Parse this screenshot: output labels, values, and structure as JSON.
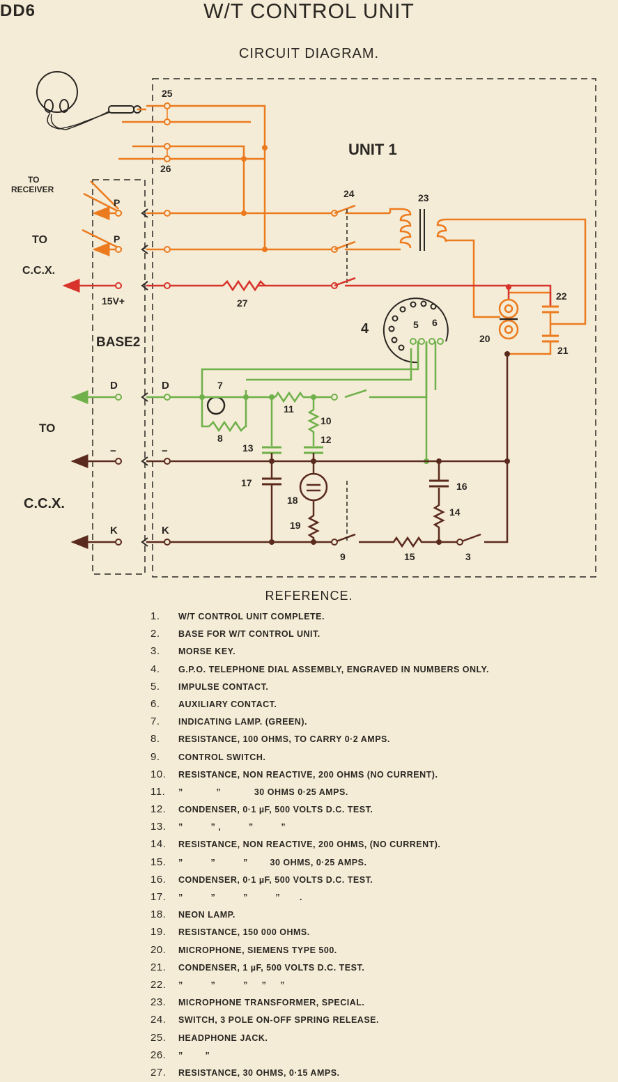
{
  "header": {
    "doc_id": "DD6",
    "title": "W/T CONTROL UNIT",
    "subtitle": "CIRCUIT DIAGRAM."
  },
  "diagram": {
    "unit_label": "UNIT 1",
    "base_label": "BASE2",
    "left_labels": {
      "to_receiver_1": "TO",
      "to_receiver_2": "RECEIVER",
      "to": "TO",
      "ccx_upper": "C.C.X.",
      "to_lower": "TO",
      "ccx_lower": "C.C.X."
    },
    "terminals": {
      "p1": "P",
      "p2": "P",
      "v15": "15V+",
      "d_base": "D",
      "d_unit": "D",
      "minus": "−",
      "k_base": "K",
      "k_unit": "K"
    },
    "component_numbers": {
      "n25": "25",
      "n26": "26",
      "n24": "24",
      "n23": "23",
      "n27": "27",
      "n22": "22",
      "n20": "20",
      "n21": "21",
      "n4": "4",
      "n5": "5",
      "n6": "6",
      "n7": "7",
      "n8": "8",
      "n11": "11",
      "n10": "10",
      "n12": "12",
      "n13": "13",
      "n17": "17",
      "n18": "18",
      "n19": "19",
      "n16": "16",
      "n14": "14",
      "n9": "9",
      "n15": "15",
      "n3": "3"
    },
    "colors": {
      "orange": "#ec7a1e",
      "red": "#d8332b",
      "green": "#6fb04a",
      "brown": "#5b2a1e",
      "dash": "#2a2622"
    }
  },
  "reference": {
    "title": "REFERENCE.",
    "items": [
      {
        "num": "1.",
        "text": "W/T CONTROL UNIT COMPLETE."
      },
      {
        "num": "2.",
        "text": "BASE FOR W/T CONTROL UNIT."
      },
      {
        "num": "3.",
        "text": "MORSE KEY."
      },
      {
        "num": "4.",
        "text": "G.P.O. TELEPHONE DIAL ASSEMBLY, ENGRAVED IN NUMBERS ONLY."
      },
      {
        "num": "5.",
        "text": "IMPULSE CONTACT."
      },
      {
        "num": "6.",
        "text": "AUXILIARY CONTACT."
      },
      {
        "num": "7.",
        "text": "INDICATING LAMP. (GREEN)."
      },
      {
        "num": "8.",
        "text": "RESISTANCE, 100 OHMS, TO CARRY 0·2 AMPS."
      },
      {
        "num": "9.",
        "text": "CONTROL SWITCH."
      },
      {
        "num": "10.",
        "text": "RESISTANCE, NON REACTIVE, 200 OHMS (NO CURRENT)."
      },
      {
        "num": "11.",
        "text": "”            ”            30 OHMS 0·25 AMPS."
      },
      {
        "num": "12.",
        "text": "CONDENSER, 0·1 µF, 500 VOLTS D.C. TEST."
      },
      {
        "num": "13.",
        "text": "”          ” ,          ”          ”"
      },
      {
        "num": "14.",
        "text": "RESISTANCE, NON REACTIVE, 200 OHMS, (NO CURRENT)."
      },
      {
        "num": "15.",
        "text": "”          ”          ”        30 OHMS, 0·25 AMPS."
      },
      {
        "num": "16.",
        "text": "CONDENSER, 0·1 µF, 500 VOLTS D.C. TEST."
      },
      {
        "num": "17.",
        "text": "”          ”          ”          ”       ."
      },
      {
        "num": "18.",
        "text": "NEON LAMP."
      },
      {
        "num": "19.",
        "text": "RESISTANCE, 150 000 OHMS."
      },
      {
        "num": "20.",
        "text": "MICROPHONE, SIEMENS TYPE 500."
      },
      {
        "num": "21.",
        "text": "CONDENSER, 1 µF, 500 VOLTS D.C. TEST."
      },
      {
        "num": "22.",
        "text": "”          ”          ”     ”     ”"
      },
      {
        "num": "23.",
        "text": "MICROPHONE TRANSFORMER, SPECIAL."
      },
      {
        "num": "24.",
        "text": "SWITCH, 3 POLE ON-OFF SPRING RELEASE."
      },
      {
        "num": "25.",
        "text": "HEADPHONE JACK."
      },
      {
        "num": "26.",
        "text": "”        ”"
      },
      {
        "num": "27.",
        "text": "RESISTANCE, 30 OHMS, 0·15 AMPS."
      }
    ]
  }
}
